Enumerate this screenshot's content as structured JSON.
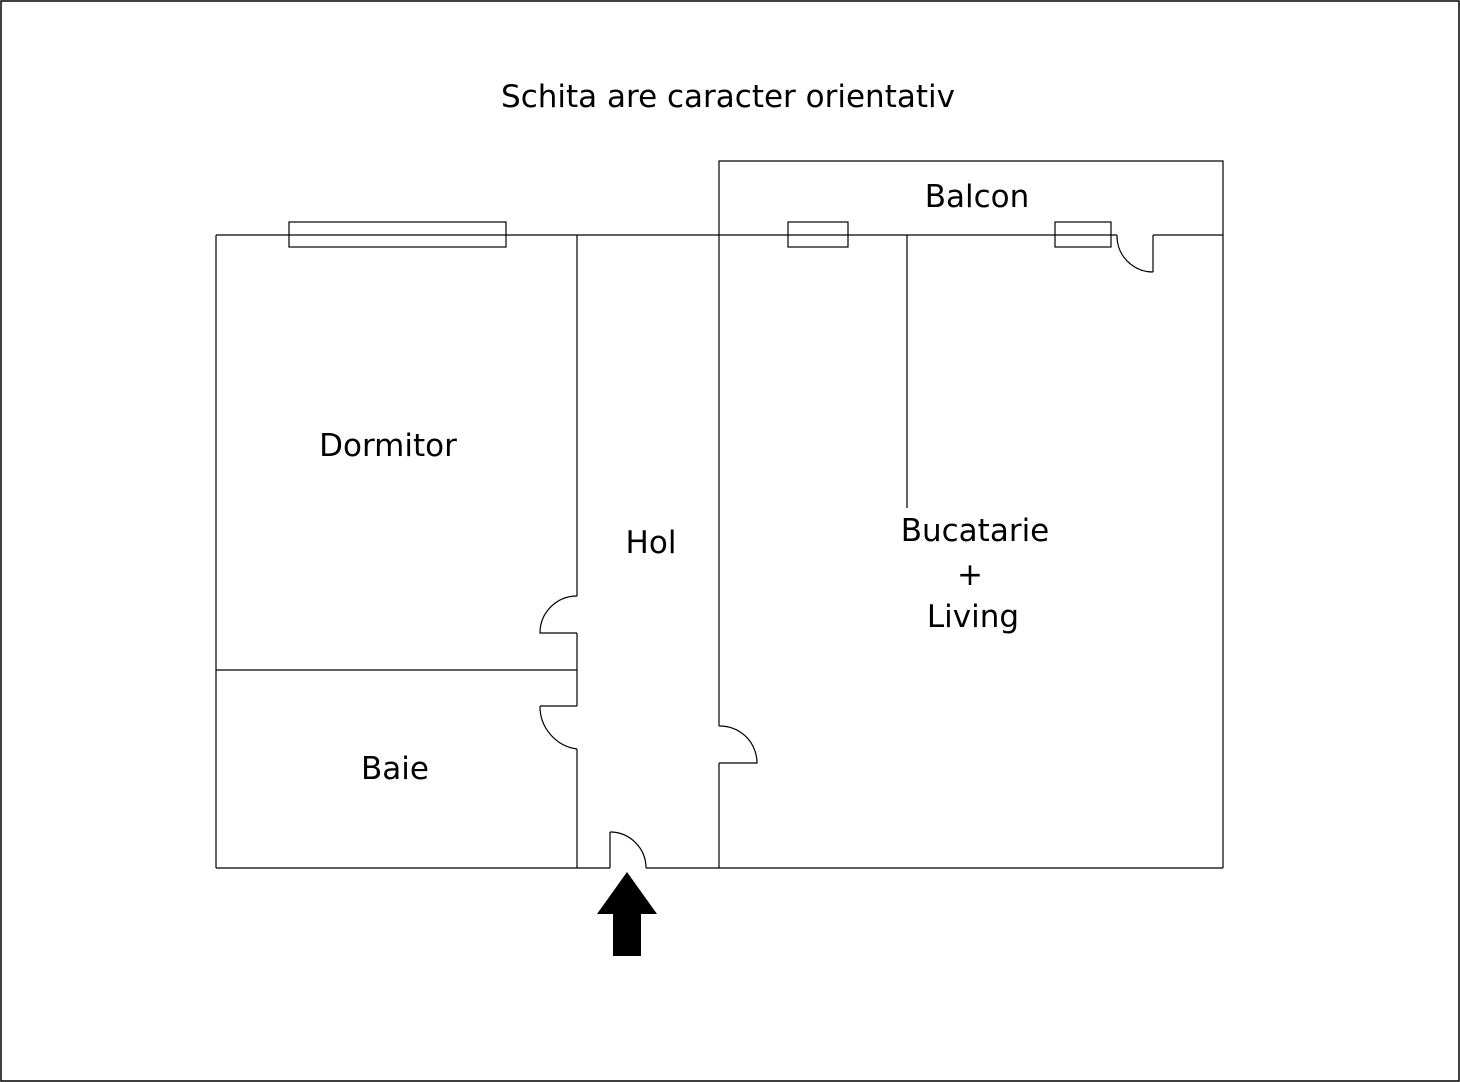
{
  "caption": "Schita are caracter orientativ",
  "rooms": {
    "balcon": "Balcon",
    "dormitor": "Dormitor",
    "hol": "Hol",
    "bucatarie": "Bucatarie",
    "plus": "+",
    "living": "Living",
    "baie": "Baie"
  },
  "icons": {
    "entrance": "entrance-arrow-icon"
  },
  "colors": {
    "lines": "#000000",
    "background": "#ffffff"
  }
}
